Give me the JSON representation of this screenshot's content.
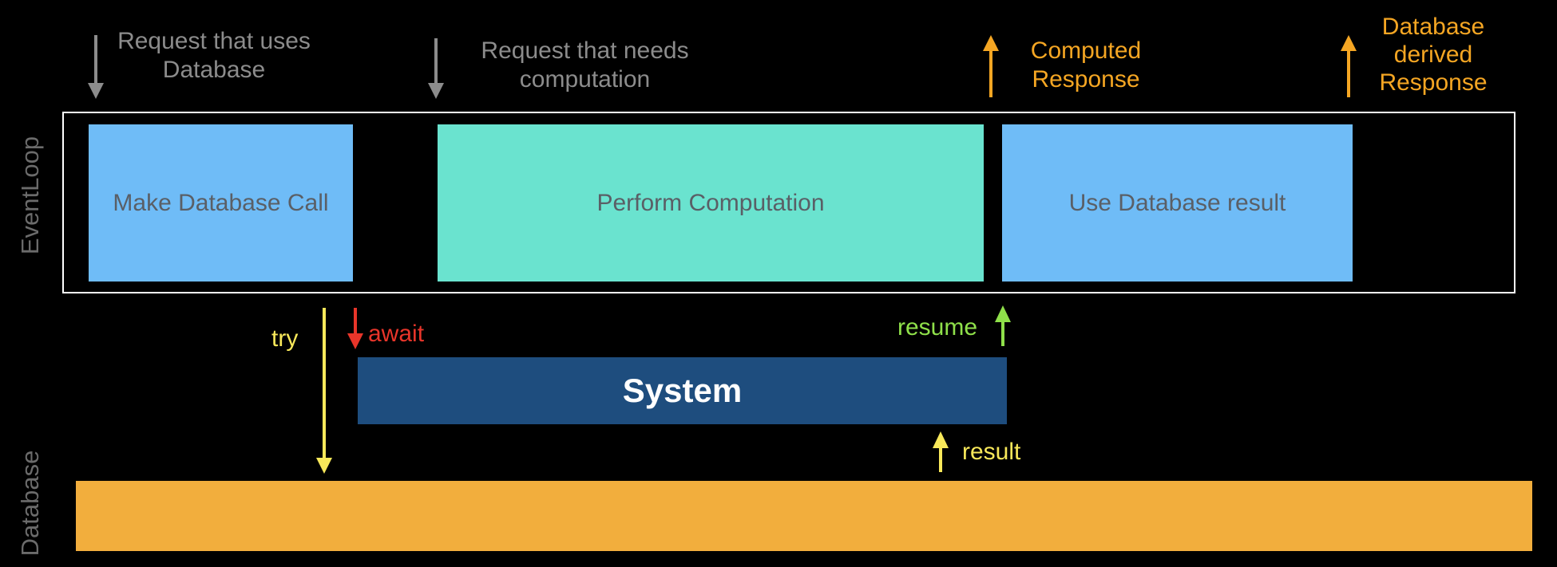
{
  "colors": {
    "background": "#000000",
    "gray_text": "#8c8c8c",
    "orange": "#f5a623",
    "yellow": "#f8e85a",
    "red": "#e8352a",
    "green": "#8fe04a",
    "db_box": "#6fbcf7",
    "compute_box": "#6ae3cf",
    "system_box": "#1e4d7e",
    "database_bar": "#f2ae3d"
  },
  "lanes": {
    "eventloop": "EventLoop",
    "database": "Database"
  },
  "incoming": {
    "db_request": [
      "Request that uses",
      "Database"
    ],
    "compute_request": [
      "Request that needs",
      "computation"
    ]
  },
  "outgoing": {
    "computed_response": [
      "Computed",
      "Response"
    ],
    "db_response": [
      "Database",
      "derived",
      "Response"
    ]
  },
  "tasks": {
    "make_db_call": "Make Database Call",
    "perform_computation": "Perform Computation",
    "use_db_result": "Use Database result"
  },
  "system": {
    "label": "System"
  },
  "flow_labels": {
    "try": "try",
    "await": "await",
    "resume": "resume",
    "result": "result"
  },
  "icons": [
    "arrow-down-icon",
    "arrow-up-icon"
  ]
}
